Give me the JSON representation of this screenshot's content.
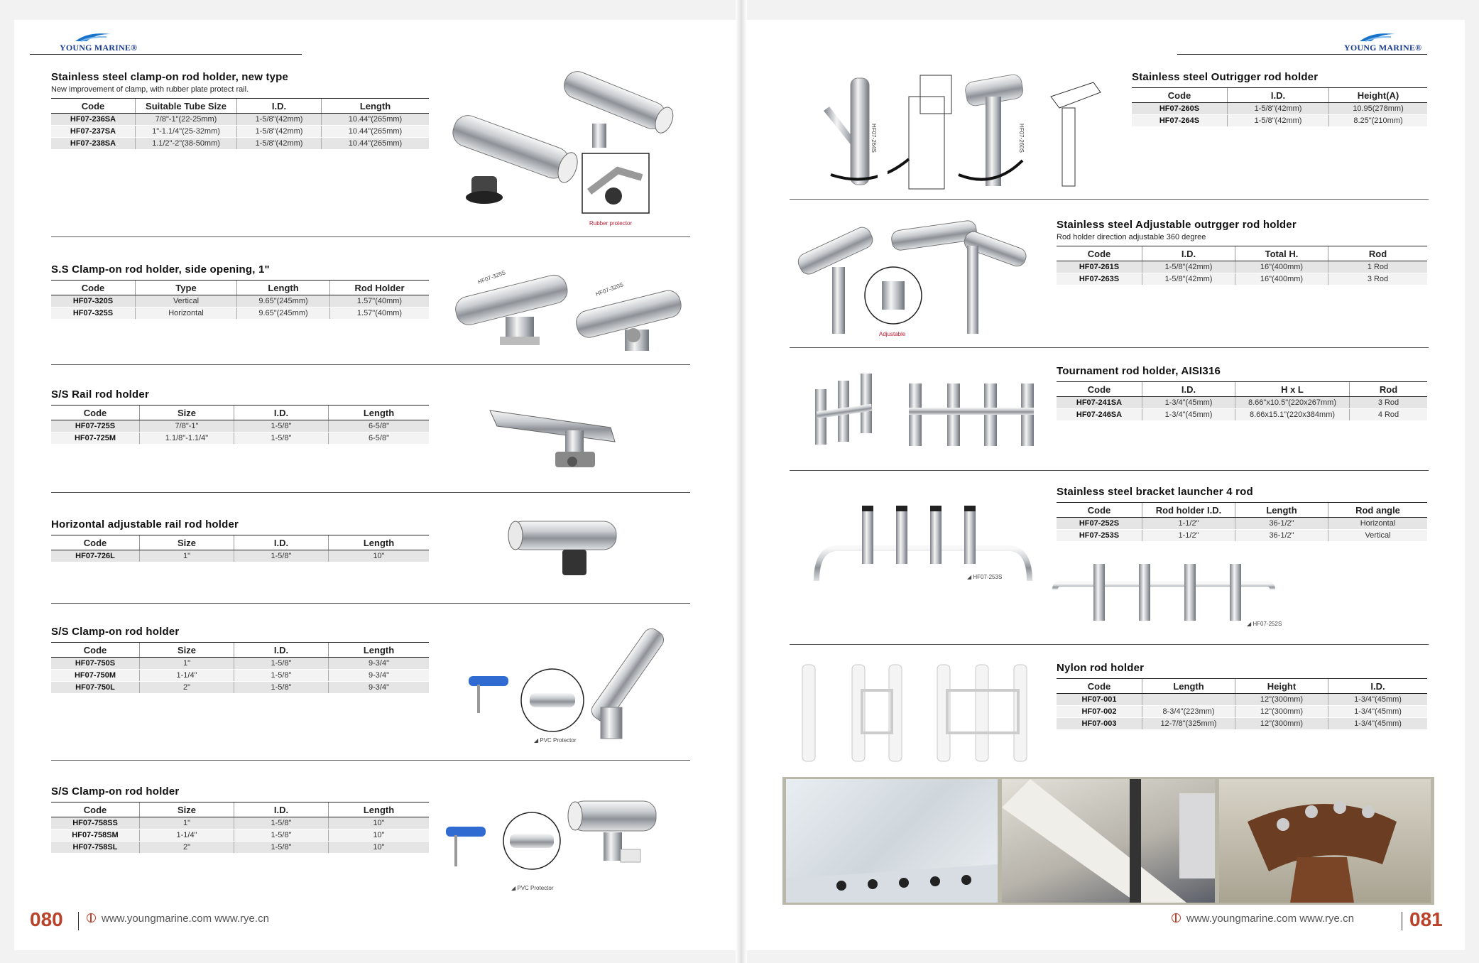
{
  "brand": {
    "name": "YOUNG MARINE®",
    "accent": "#b8432a",
    "logo_color": "#1a3d8f"
  },
  "footer": {
    "left_page": "080",
    "right_page": "081",
    "web": "www.youngmarine.com  www.rye.cn"
  },
  "sections": {
    "s1": {
      "title": "Stainless steel clamp-on rod holder, new type",
      "sub": "New improvement of clamp, with rubber plate  protect rail.",
      "caption": "Rubber protector",
      "headers": [
        "Code",
        "Suitable Tube Size",
        "I.D.",
        "Length"
      ],
      "rows": [
        [
          "HF07-236SA",
          "7/8\"-1\"(22-25mm)",
          "1-5/8\"(42mm)",
          "10.44\"(265mm)"
        ],
        [
          "HF07-237SA",
          "1\"-1.1/4\"(25-32mm)",
          "1-5/8\"(42mm)",
          "10.44\"(265mm)"
        ],
        [
          "HF07-238SA",
          "1.1/2\"-2\"(38-50mm)",
          "1-5/8\"(42mm)",
          "10.44\"(265mm)"
        ]
      ]
    },
    "s2": {
      "title": "S.S Clamp-on rod holder, side  opening, 1\"",
      "label1": "HF07-325S",
      "label2": "HF07-320S",
      "headers": [
        "Code",
        "Type",
        "Length",
        "Rod Holder"
      ],
      "rows": [
        [
          "HF07-320S",
          "Vertical",
          "9.65\"(245mm)",
          "1.57\"(40mm)"
        ],
        [
          "HF07-325S",
          "Horizontal",
          "9.65\"(245mm)",
          "1.57\"(40mm)"
        ]
      ]
    },
    "s3": {
      "title": "S/S Rail rod holder",
      "headers": [
        "Code",
        "Size",
        "I.D.",
        "Length"
      ],
      "rows": [
        [
          "HF07-725S",
          "7/8\"-1\"",
          "1-5/8\"",
          "6-5/8\""
        ],
        [
          "HF07-725M",
          "1.1/8\"-1.1/4\"",
          "1-5/8\"",
          "6-5/8\""
        ]
      ]
    },
    "s4": {
      "title": "Horizontal adjustable rail rod holder",
      "headers": [
        "Code",
        "Size",
        "I.D.",
        "Length"
      ],
      "rows": [
        [
          "HF07-726L",
          "1\"",
          "1-5/8\"",
          "10\""
        ]
      ]
    },
    "s5": {
      "title": "S/S Clamp-on rod holder",
      "caption": "PVC Protector",
      "headers": [
        "Code",
        "Size",
        "I.D.",
        "Length"
      ],
      "rows": [
        [
          "HF07-750S",
          "1\"",
          "1-5/8\"",
          "9-3/4\""
        ],
        [
          "HF07-750M",
          "1-1/4\"",
          "1-5/8\"",
          "9-3/4\""
        ],
        [
          "HF07-750L",
          "2\"",
          "1-5/8\"",
          "9-3/4\""
        ]
      ]
    },
    "s6": {
      "title": "S/S Clamp-on rod holder",
      "caption": "PVC Protector",
      "headers": [
        "Code",
        "Size",
        "I.D.",
        "Length"
      ],
      "rows": [
        [
          "HF07-758SS",
          "1\"",
          "1-5/8\"",
          "10\""
        ],
        [
          "HF07-758SM",
          "1-1/4\"",
          "1-5/8\"",
          "10\""
        ],
        [
          "HF07-758SL",
          "2\"",
          "1-5/8\"",
          "10\""
        ]
      ]
    },
    "r1": {
      "title": "Stainless steel Outrigger rod holder",
      "label1": "HF07-264S",
      "label2": "HF07-260S",
      "headers": [
        "Code",
        "I.D.",
        "Height(A)"
      ],
      "rows": [
        [
          "HF07-260S",
          "1-5/8\"(42mm)",
          "10.95(278mm)"
        ],
        [
          "HF07-264S",
          "1-5/8\"(42mm)",
          "8.25\"(210mm)"
        ]
      ]
    },
    "r2": {
      "title": "Stainless steel Adjustable outrgger rod holder",
      "sub": "Rod holder direction adjustable 360 degree",
      "caption": "Adjustable",
      "headers": [
        "Code",
        "I.D.",
        "Total H.",
        "Rod"
      ],
      "rows": [
        [
          "HF07-261S",
          "1-5/8\"(42mm)",
          "16\"(400mm)",
          "1 Rod"
        ],
        [
          "HF07-263S",
          "1-5/8\"(42mm)",
          "16\"(400mm)",
          "3 Rod"
        ]
      ]
    },
    "r3": {
      "title": "Tournament rod holder, AISI316",
      "headers": [
        "Code",
        "I.D.",
        "H x L",
        "Rod"
      ],
      "rows": [
        [
          "HF07-241SA",
          "1-3/4\"(45mm)",
          "8.66\"x10.5\"(220x267mm)",
          "3 Rod"
        ],
        [
          "HF07-246SA",
          "1-3/4\"(45mm)",
          "8.66x15.1\"(220x384mm)",
          "4 Rod"
        ]
      ]
    },
    "r4": {
      "title": "Stainless steel bracket launcher 4 rod",
      "label1": "HF07-253S",
      "label2": "HF07-252S",
      "headers": [
        "Code",
        "Rod holder I.D.",
        "Length",
        "Rod angle"
      ],
      "rows": [
        [
          "HF07-252S",
          "1-1/2\"",
          "36-1/2\"",
          "Horizontal"
        ],
        [
          "HF07-253S",
          "1-1/2\"",
          "36-1/2\"",
          "Vertical"
        ]
      ]
    },
    "r5": {
      "title": "Nylon rod holder",
      "headers": [
        "Code",
        "Length",
        "Height",
        "I.D."
      ],
      "rows": [
        [
          "HF07-001",
          "",
          "12\"(300mm)",
          "1-3/4\"(45mm)"
        ],
        [
          "HF07-002",
          "8-3/4\"(223mm)",
          "12\"(300mm)",
          "1-3/4\"(45mm)"
        ],
        [
          "HF07-003",
          "12-7/8\"(325mm)",
          "12\"(300mm)",
          "1-3/4\"(45mm)"
        ]
      ]
    }
  }
}
